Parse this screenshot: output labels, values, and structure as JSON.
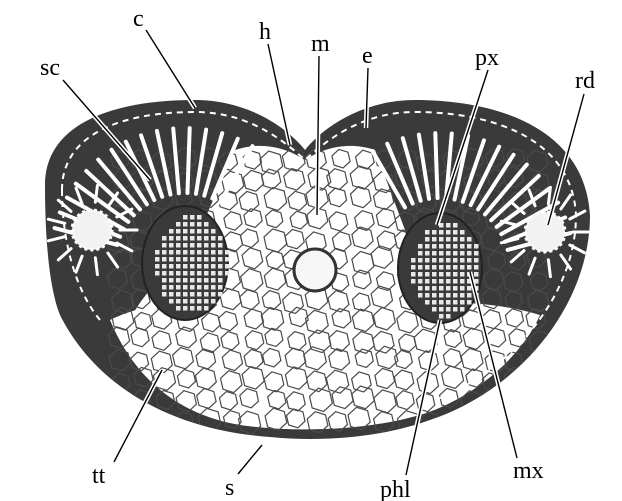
{
  "colors": {
    "tissue_dark": "#3a3a3a",
    "cell_fill": "#ffffff",
    "cell_line": "#4a4a4a",
    "background": "#ffffff",
    "label": "#000000"
  },
  "labels": {
    "c": "c",
    "h": "h",
    "m": "m",
    "e": "e",
    "sc": "sc",
    "px": "px",
    "rd": "rd",
    "tt": "tt",
    "s": "s",
    "phl": "phl",
    "mx": "mx"
  }
}
